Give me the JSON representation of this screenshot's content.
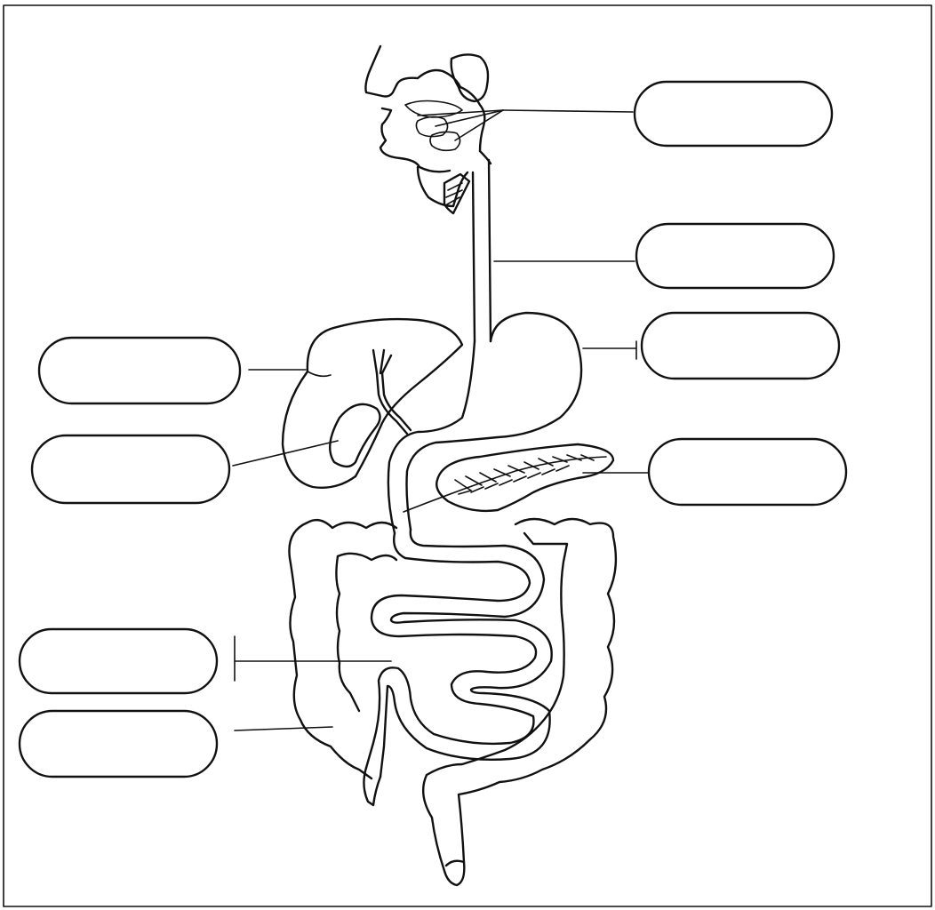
{
  "worksheet": {
    "labels": [
      {
        "id": "salivary-glands",
        "text": ""
      },
      {
        "id": "esophagus",
        "text": ""
      },
      {
        "id": "stomach",
        "text": ""
      },
      {
        "id": "pancreas",
        "text": ""
      },
      {
        "id": "liver",
        "text": ""
      },
      {
        "id": "gallbladder",
        "text": ""
      },
      {
        "id": "small-intestine",
        "text": ""
      },
      {
        "id": "appendix",
        "text": ""
      }
    ]
  }
}
